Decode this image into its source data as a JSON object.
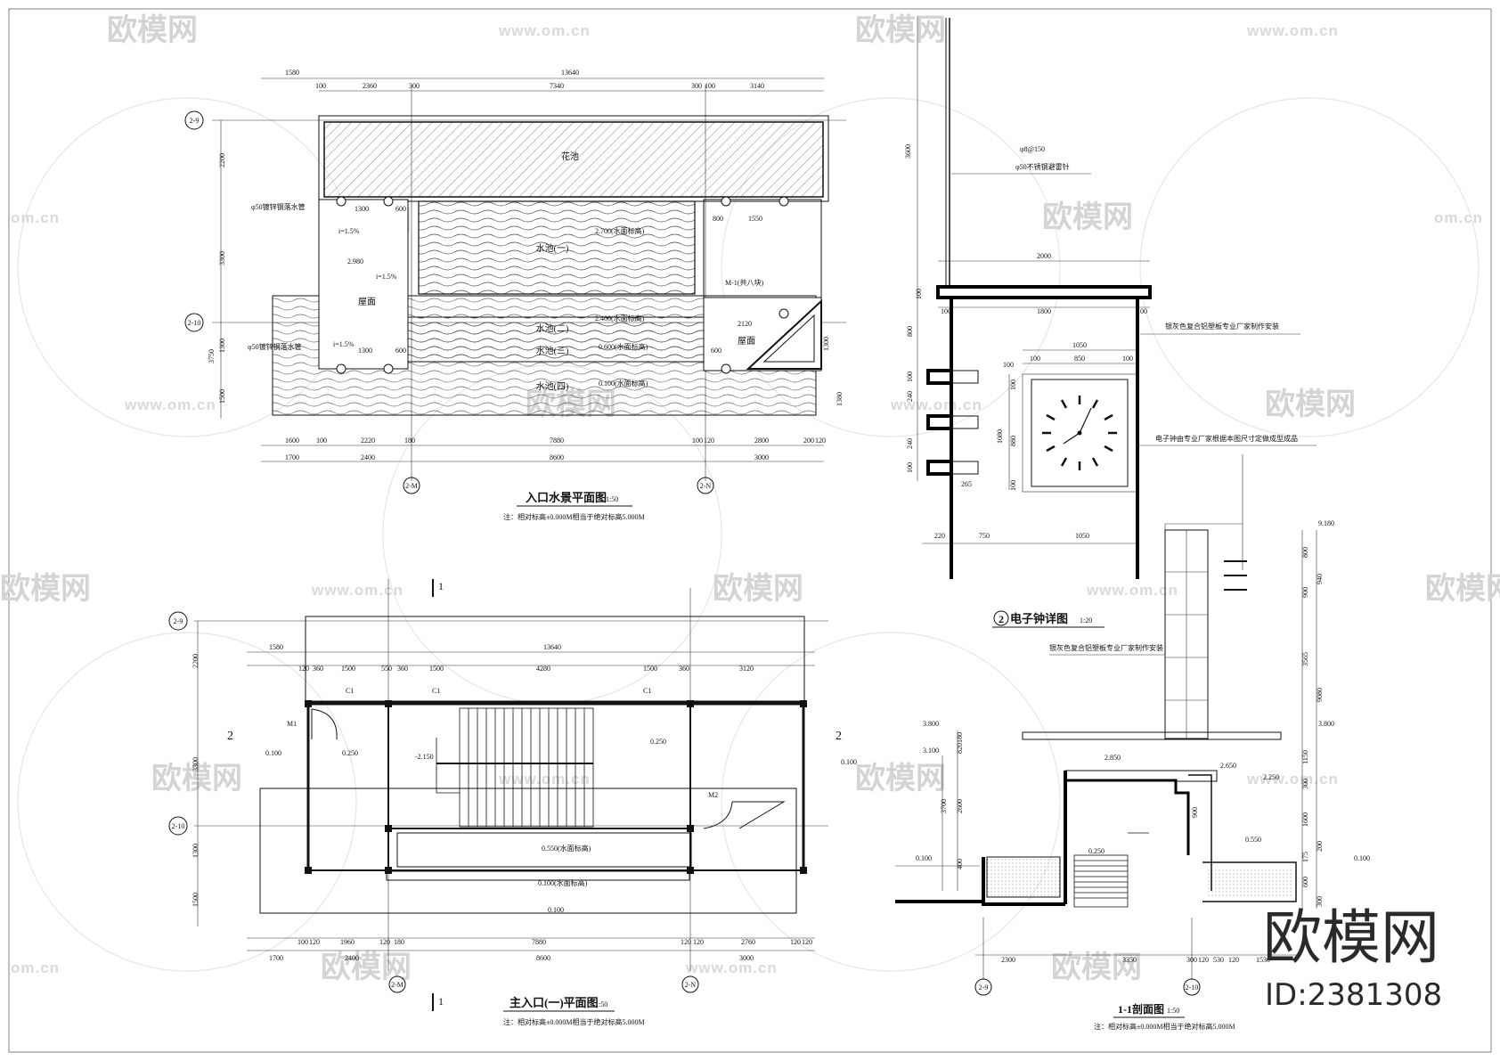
{
  "watermark": {
    "brand": "欧模网",
    "url": "www.om.cn",
    "url_short": "om.cn",
    "logo_text": "欧模网",
    "id_text": "ID:2381308"
  },
  "plan1": {
    "title": "入口水景平面图",
    "scale": "1:50",
    "note": "注：相对标高±0.000M相当于绝对标高5.000M",
    "dims_top1": [
      "1580",
      "13640"
    ],
    "dims_top2": [
      "100",
      "2360",
      "300",
      "7340",
      "300",
      "100",
      "3140"
    ],
    "dims_left": [
      "2200",
      "3300",
      "3750",
      "1300",
      "1500"
    ],
    "dims_bottom1": [
      "1600",
      "100",
      "2220",
      "180",
      "7880",
      "100",
      "120",
      "2800",
      "200",
      "120"
    ],
    "dims_bottom2": [
      "1700",
      "2400",
      "8600",
      "3000"
    ],
    "axis_left": [
      "2-9",
      "2-10"
    ],
    "axis_bottom": [
      "2-M",
      "2-N"
    ],
    "labels": {
      "flower": "花池",
      "pool1": "水池(一)",
      "pool2": "水池(二)",
      "pool3": "水池(三)",
      "pool4": "水池(四)",
      "roof": "屋面",
      "roof2": "屋面",
      "pipe1": "φ50镀锌钢落水管",
      "pipe2": "φ50镀锌钢落水管",
      "slope1": "i=1.5%",
      "slope2": "i=1.5%",
      "slope3": "i=1.5%",
      "elev_roof": "2.980",
      "elev_pool1": "2.700(水面标高)",
      "elev_pool2": "2.400(水面标高)",
      "elev_pool3": "0.600(水面标高)",
      "elev_pool4": "0.100(水面标高)",
      "door": "M-1(共八块)",
      "d1300a": "1300",
      "d600a": "600",
      "d1300b": "1300",
      "d600b": "600",
      "d800": "800",
      "d1550": "1550",
      "d2120": "2120",
      "d600c": "600",
      "d1300c": "1300",
      "d1380": "1380"
    }
  },
  "plan2": {
    "title": "主入口(一)平面图",
    "scale": "1:50",
    "note": "注：相对标高±0.000M相当于绝对标高5.000M",
    "dims_top1": [
      "1580",
      "13640"
    ],
    "dims_top2": [
      "120",
      "360",
      "1500",
      "550",
      "360",
      "1500",
      "4280",
      "1500",
      "360",
      "3120"
    ],
    "dims_left": [
      "2200",
      "3300",
      "1300",
      "1500"
    ],
    "dims_bottom1": [
      "100",
      "120",
      "1960",
      "120",
      "180",
      "7880",
      "120",
      "120",
      "2760",
      "120",
      "120"
    ],
    "dims_bottom2": [
      "1700",
      "2400",
      "8600",
      "3000"
    ],
    "axis_left": [
      "2-9",
      "2-10"
    ],
    "axis_bottom": [
      "2-M",
      "2-N"
    ],
    "labels": {
      "c1a": "C1",
      "c1b": "C1",
      "c1c": "C1",
      "m1": "M1",
      "m2": "M2",
      "e1": "0.100",
      "e2": "0.250",
      "e3": "-2.150",
      "e4": "0.250",
      "e5": "0.100",
      "e6": "0.550(水面标高)",
      "e7": "0.100(水面标高)",
      "e8": "0.100",
      "sec_left": "2",
      "sec_right": "2",
      "cut_top": "1",
      "cut_bottom": "1"
    }
  },
  "clock": {
    "title": "电子钟详图",
    "scale": "1:20",
    "mark": "2",
    "note_rod1": "φ8@150",
    "note_rod2": "φ50不锈钢避雷针",
    "note_panel": "银灰色复合铝塑板专业厂家制作安装",
    "note_clock": "电子钟由专业厂家根据本图尺寸定做成型成品",
    "dims": {
      "d3600": "3600",
      "d2000": "2000",
      "d100a": "100",
      "d1800": "1800",
      "d100b": "100",
      "d1050a": "1050",
      "d100c": "100",
      "d850": "850",
      "d100d": "100",
      "d800": "800",
      "d100e": "100",
      "d240a": "240",
      "d100f": "100",
      "d240b": "240",
      "d100g": "100",
      "d1080": "1080",
      "d880": "880",
      "d100h": "100",
      "d100i": "100",
      "d265": "265",
      "d220": "220",
      "d750": "750",
      "d1050b": "1050",
      "d100j": "100"
    }
  },
  "section": {
    "title": "1-1剖面图",
    "scale": "1:50",
    "note": "注：相对标高±0.000M相当于绝对标高5.000M",
    "note_panel": "银灰色复合铝塑板专业厂家制作安装",
    "elevs": [
      "9.180",
      "3.800",
      "3.800",
      "3.100",
      "2.850",
      "2.650",
      "2.250",
      "0.550",
      "0.250",
      "0.100",
      "0.100"
    ],
    "dims_left": [
      "820",
      "3700",
      "2600",
      "400",
      "180"
    ],
    "dims_right": [
      "800",
      "940",
      "900",
      "3565",
      "9080",
      "1150",
      "300",
      "1600",
      "200",
      "175",
      "600",
      "300"
    ],
    "dims_bottom": [
      "2300",
      "3350",
      "300",
      "120",
      "530",
      "120",
      "1530"
    ],
    "axis_bottom": [
      "2-9",
      "2-10"
    ],
    "d900": "900"
  }
}
